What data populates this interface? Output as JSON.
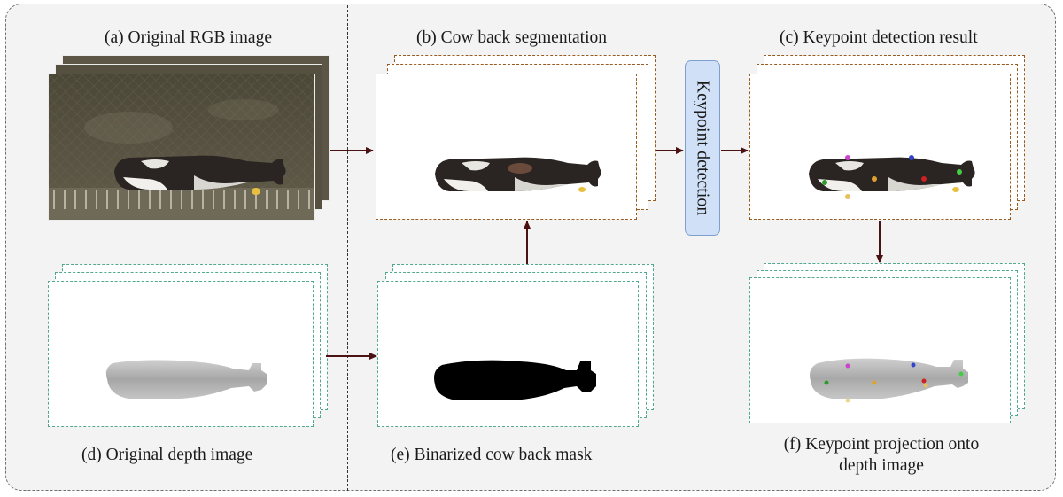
{
  "captions": {
    "a": "(a) Original RGB image",
    "b": "(b) Cow back segmentation",
    "c": "(c) Keypoint detection result",
    "d": "(d) Original depth image",
    "e": "(e) Binarized cow back mask",
    "f_line1": "(f) Keypoint projection onto",
    "f_line2": "depth image"
  },
  "keypoint_box_label": "Keypoint detection",
  "colors": {
    "border": "#6e6e6e",
    "panel_bg": "#f3f3f3",
    "arrow": "#4a1212",
    "brown_dash": "#9a5a1e",
    "green_dash": "#4fa88f",
    "kp_fill": "#cfe0f7",
    "kp_stroke": "#7d9fd0",
    "keypoints": [
      "#cc44cc",
      "#3344cc",
      "#2a9a2a",
      "#e0a030",
      "#cc2222",
      "#e8c060",
      "#44cc44"
    ]
  }
}
